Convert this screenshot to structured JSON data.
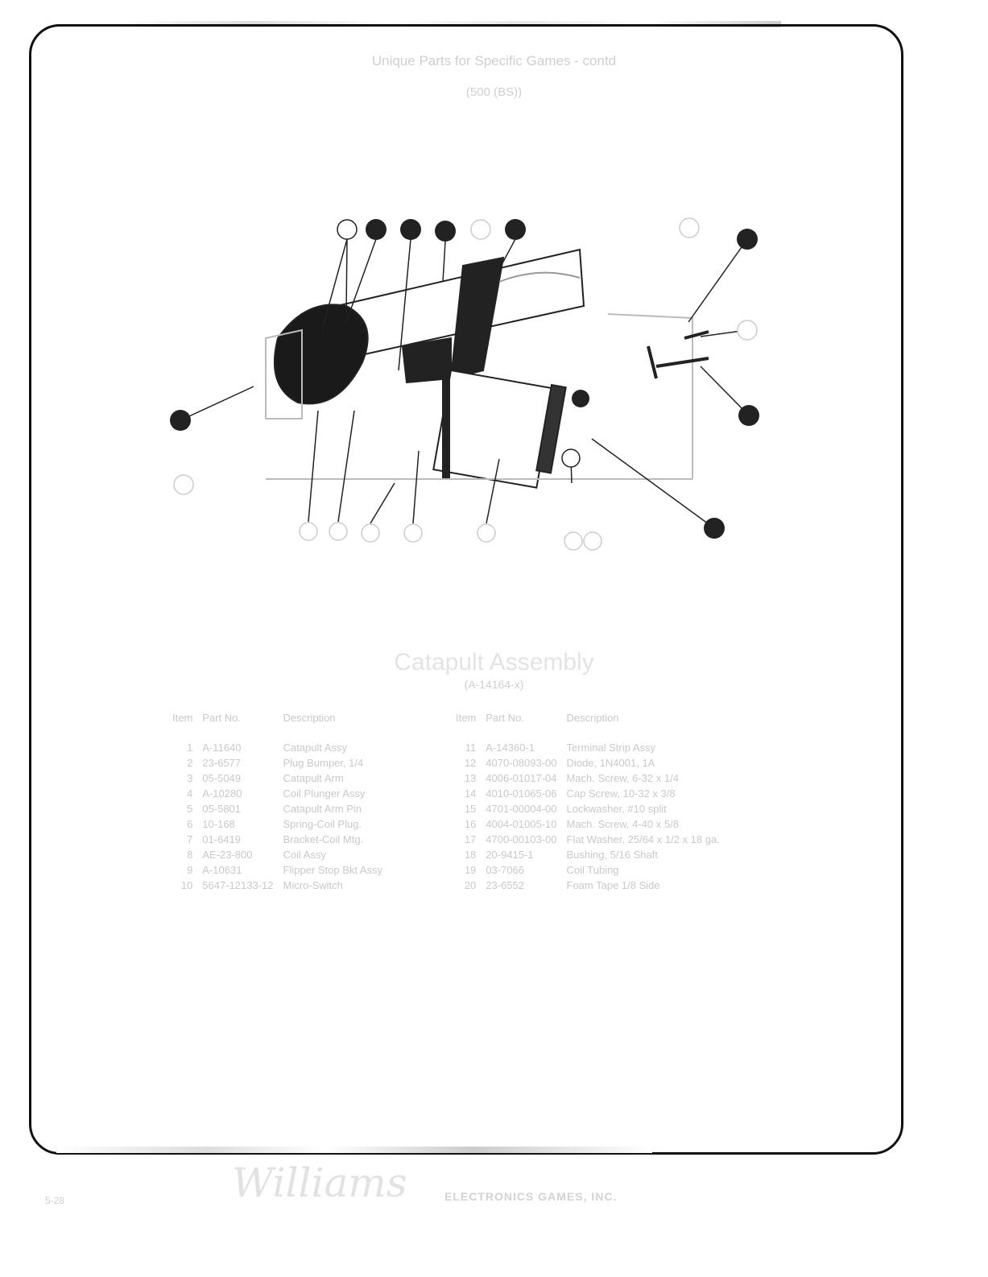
{
  "header": {
    "title": "Unique Parts for Specific Games - contd",
    "subtitle": "(500 (BS))"
  },
  "assembly": {
    "title": "Catapult Assembly",
    "part_number": "(A-14164-x)"
  },
  "table": {
    "headers": {
      "item": "Item",
      "part": "Part No.",
      "desc": "Description"
    },
    "left": [
      {
        "item": "1",
        "part": "A-11640",
        "desc": "Catapult Assy"
      },
      {
        "item": "2",
        "part": "23-6577",
        "desc": "Plug Bumper, 1/4"
      },
      {
        "item": "3",
        "part": "05-5049",
        "desc": "Catapult Arm"
      },
      {
        "item": "4",
        "part": "A-10280",
        "desc": "Coil Plunger Assy"
      },
      {
        "item": "5",
        "part": "05-5801",
        "desc": "Catapult Arm Pin"
      },
      {
        "item": "6",
        "part": "10-168",
        "desc": "Spring-Coil Plug."
      },
      {
        "item": "7",
        "part": "01-6419",
        "desc": "Bracket-Coil Mtg."
      },
      {
        "item": "8",
        "part": "AE-23-800",
        "desc": "Coil Assy"
      },
      {
        "item": "9",
        "part": "A-10631",
        "desc": "Flipper Stop Bkt Assy"
      },
      {
        "item": "10",
        "part": "5647-12133-12",
        "desc": "Micro-Switch"
      }
    ],
    "right": [
      {
        "item": "11",
        "part": "A-14360-1",
        "desc": "Terminal Strip Assy"
      },
      {
        "item": "12",
        "part": "4070-08093-00",
        "desc": "Diode, 1N4001, 1A"
      },
      {
        "item": "13",
        "part": "4006-01017-04",
        "desc": "Mach. Screw, 6-32 x 1/4"
      },
      {
        "item": "14",
        "part": "4010-01065-06",
        "desc": "Cap Screw, 10-32 x 3/8"
      },
      {
        "item": "15",
        "part": "4701-00004-00",
        "desc": "Lockwasher, #10 split"
      },
      {
        "item": "16",
        "part": "4004-01005-10",
        "desc": "Mach. Screw, 4-40 x 5/8"
      },
      {
        "item": "17",
        "part": "4700-00103-00",
        "desc": "Flat Washer, 25/64 x 1/2 x 18 ga."
      },
      {
        "item": "18",
        "part": "20-9415-1",
        "desc": "Bushing, 5/16 Shaft"
      },
      {
        "item": "19",
        "part": "03-7066",
        "desc": "Coil Tubing"
      },
      {
        "item": "20",
        "part": "23-6552",
        "desc": "Foam Tape 1/8 Side"
      }
    ]
  },
  "footer": {
    "page": "5-28",
    "logo": "Williams",
    "company": "ELECTRONICS GAMES, INC."
  }
}
